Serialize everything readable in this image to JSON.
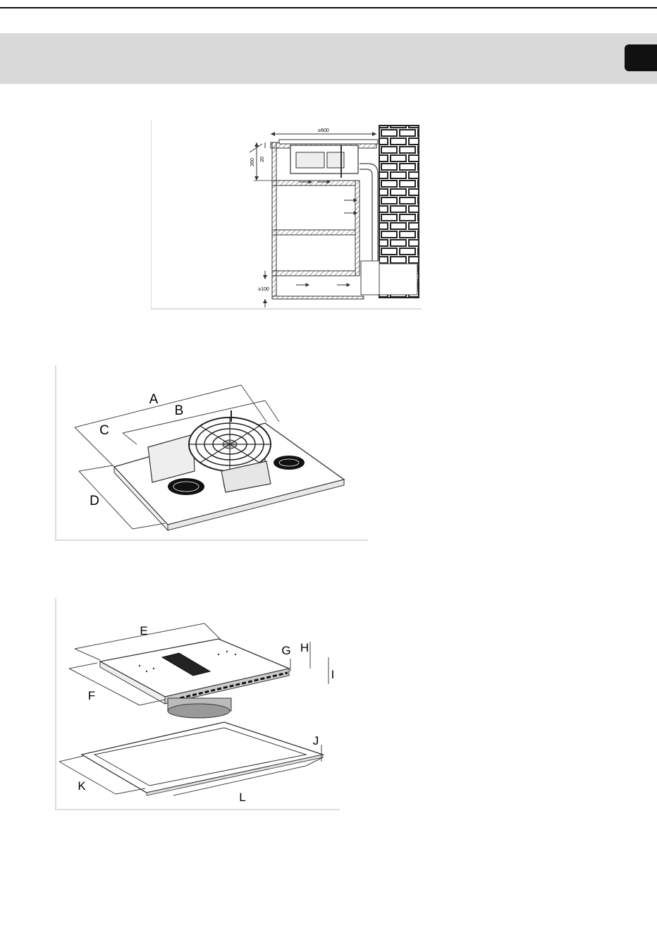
{
  "header": {
    "lang_tab": ""
  },
  "fig1": {
    "dim_width": "≥600",
    "dim_height": "260",
    "dim_gap": "20",
    "dim_bottom": "≥100"
  },
  "fig2": {
    "labels": {
      "a": "A",
      "b": "B",
      "c": "C",
      "d": "D"
    }
  },
  "fig3": {
    "labels": {
      "e": "E",
      "f": "F",
      "g": "G",
      "h": "H",
      "i": "I",
      "j": "J",
      "k": "K",
      "l": "L"
    }
  }
}
